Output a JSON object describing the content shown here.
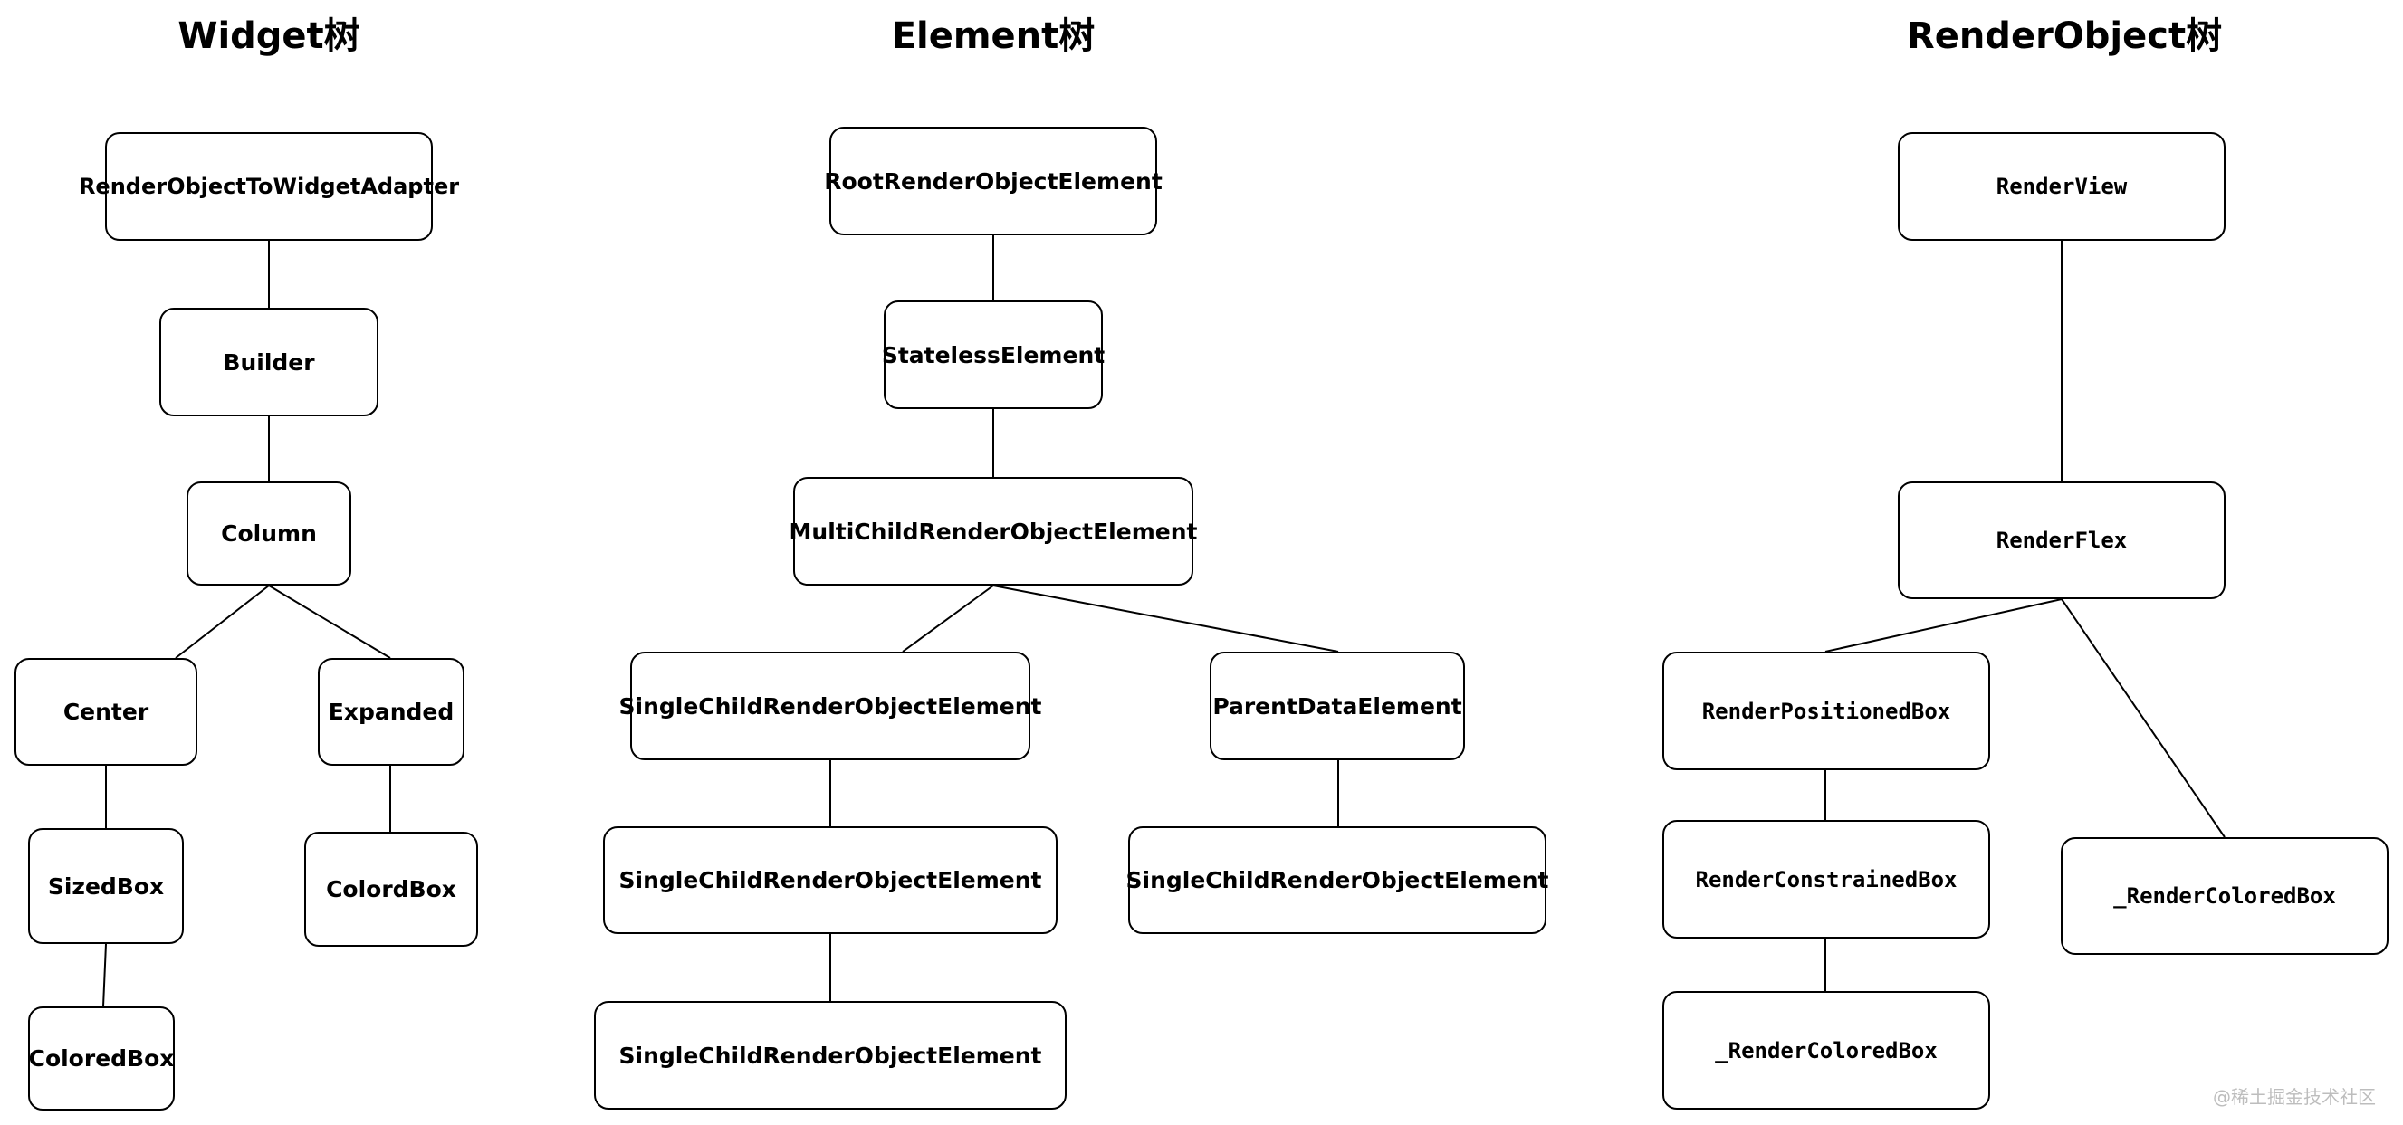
{
  "titles": {
    "widget": "Widget树",
    "element": "Element树",
    "renderobject": "RenderObject树"
  },
  "widget_tree": {
    "adapter": "RenderObjectToWidgetAdapter",
    "builder": "Builder",
    "column": "Column",
    "center": "Center",
    "expanded": "Expanded",
    "sizedbox": "SizedBox",
    "colordbox": "ColordBox",
    "coloredbox": "ColoredBox"
  },
  "element_tree": {
    "root": "RootRenderObjectElement",
    "stateless": "StatelessElement",
    "multichild": "MultiChildRenderObjectElement",
    "single1": "SingleChildRenderObjectElement",
    "parentdata": "ParentDataElement",
    "single2": "SingleChildRenderObjectElement",
    "single3": "SingleChildRenderObjectElement",
    "single4": "SingleChildRenderObjectElement"
  },
  "renderobject_tree": {
    "renderview": "RenderView",
    "renderflex": "RenderFlex",
    "positionedbox": "RenderPositionedBox",
    "coloredbox_right": "_RenderColoredBox",
    "constrainedbox": "RenderConstrainedBox",
    "coloredbox_bottom": "_RenderColoredBox"
  },
  "watermark": "@稀土掘金技术社区"
}
